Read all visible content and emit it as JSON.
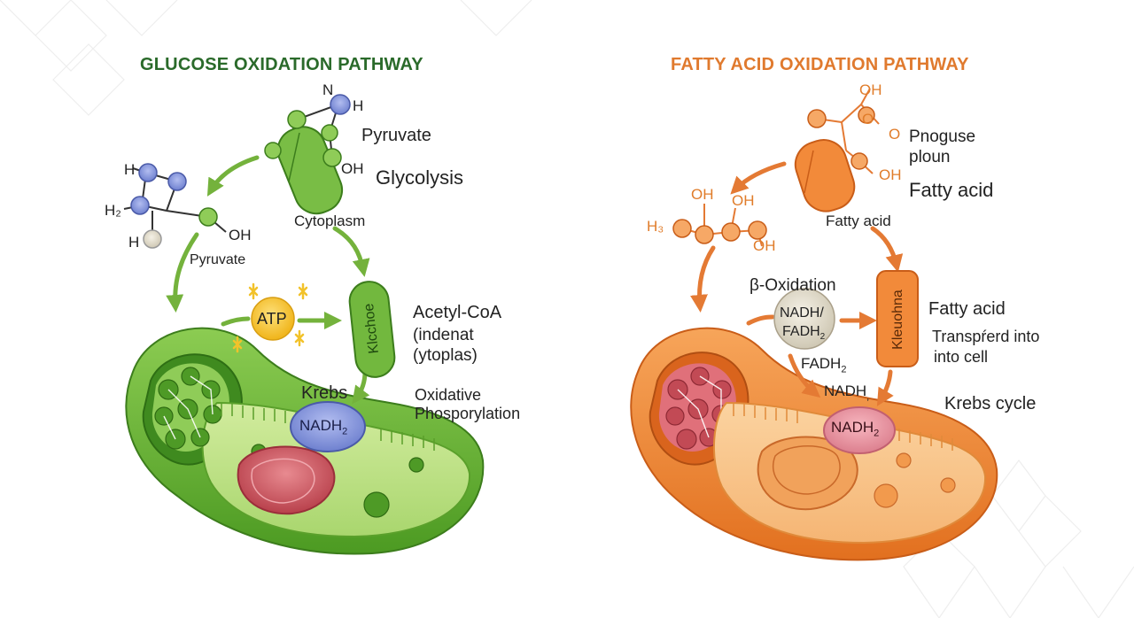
{
  "left": {
    "title": "GLUCOSE OXIDATION PATHWAY",
    "title_color": "#2a6a2a",
    "labels": {
      "pyruvate_top": "Pyruvate",
      "glycolysis": "Glycolysis",
      "cytoplasm": "Cytoplasm",
      "pyruvate_left": "Pyruvate",
      "acetyl_coa": "Acetyl-CoA",
      "indenat": "(indenat",
      "ytoplas": "(ytoplas)",
      "krebs": "Krebs",
      "oxidative": "Oxidative",
      "phosporylation": "Phosporylation",
      "atp": "ATP",
      "nadh2": "NADH",
      "nadh2_sub": "2",
      "pill": "Klcchoe"
    },
    "atoms": {
      "n": "N",
      "h_top": "H",
      "oh_top": "OH",
      "h1": "H",
      "h2": "H₂",
      "h3": "H",
      "oh_left": "OH"
    }
  },
  "right": {
    "title": "FATTY ACID OXIDATION PATHWAY",
    "title_color": "#e07a2e",
    "labels": {
      "pnoguse": "Pnoguse",
      "ploun": "ploun",
      "fatty_acid_top": "Fatty acid",
      "fatty_acid_mid": "Fatty acid",
      "beta_ox": "β-Oxidation",
      "fatty_acid_right": "Fatty acid",
      "transpr": "Transpŕerd into",
      "into_cell": "into cell",
      "fadh2": "FADH",
      "fadh2_sub": "2",
      "nadh_small": "NADH",
      "nadh_small_sub": ",",
      "krebs_cycle": "Krebs cycle",
      "circle_l1": "NADH/",
      "circle_l2": "FADH",
      "circle_l2_sub": "2",
      "nadh2": "NADH",
      "nadh2_sub": "2",
      "pill": "Kleuohna"
    },
    "atoms": {
      "oh_top": "OH",
      "o_mid": "O",
      "o_right": "O",
      "oh_mid": "OH",
      "oh1": "OH",
      "oh2": "OH",
      "oh3": "OH",
      "h_left": "H₃"
    }
  },
  "colors": {
    "green_dark": "#3f8a1f",
    "green_mid": "#6fb43a",
    "green_light": "#a8d57a",
    "orange_dark": "#d5651e",
    "orange_mid": "#f08c3a",
    "orange_light": "#f8b878",
    "red": "#c24a55",
    "blue": "#7e8fd6",
    "atp": "#f6c531"
  }
}
